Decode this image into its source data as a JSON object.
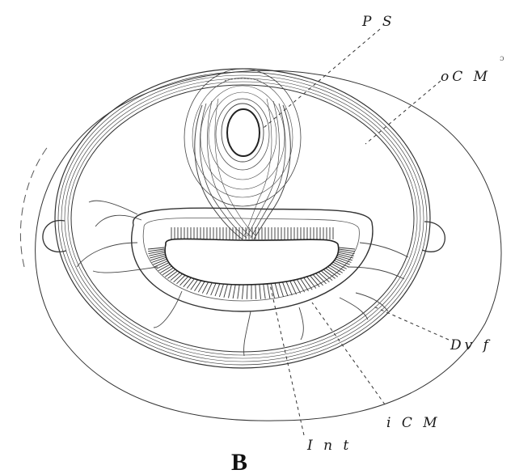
{
  "labels": {
    "ps": "P S",
    "ocm": "oC M",
    "dvf": "Dv f",
    "icm": "i C M",
    "int": "I n t",
    "panel": "B",
    "corner_mark": "ɔ"
  }
}
